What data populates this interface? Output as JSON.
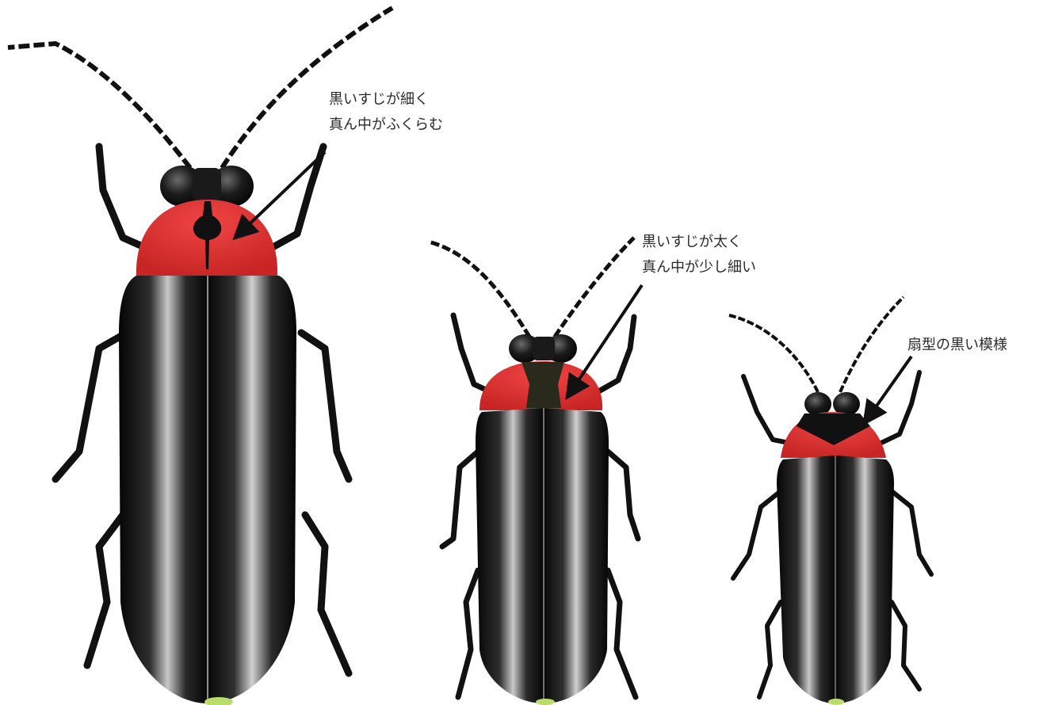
{
  "annotations": {
    "large": {
      "line1": "黒いすじが細く",
      "line2": "真ん中がふくらむ"
    },
    "medium": {
      "line1": "黒いすじが太く",
      "line2": "真ん中が少し細い"
    },
    "small": {
      "line1": "扇型の黒い模様"
    }
  },
  "colors": {
    "pronotum_red": "#e63a3a",
    "body_black": "#111111",
    "highlight": "#c9c9c9",
    "abdomen_tip": "#b9dc6a",
    "arrow": "#111111"
  },
  "fireflies": [
    {
      "id": "large",
      "pronotum_mark": "thin-stripe-bulging"
    },
    {
      "id": "medium",
      "pronotum_mark": "thick-stripe-narrowing"
    },
    {
      "id": "small",
      "pronotum_mark": "fan-shaped"
    }
  ]
}
